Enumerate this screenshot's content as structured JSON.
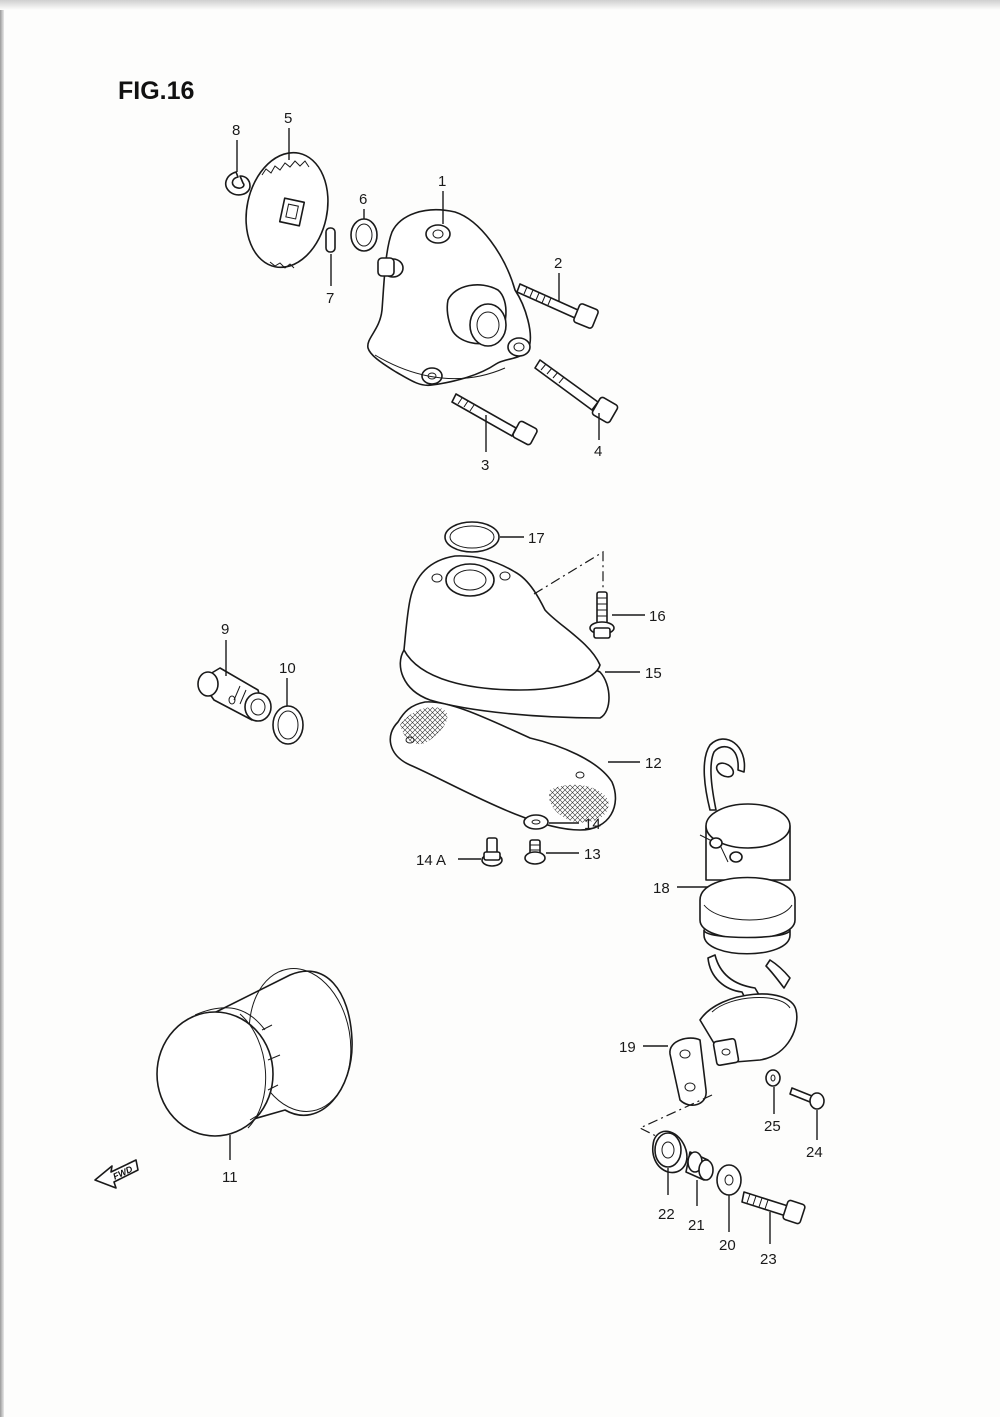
{
  "figure_title": "FIG.16",
  "fwd_label": "FWD",
  "callouts": {
    "c1": "1",
    "c2": "2",
    "c3": "3",
    "c4": "4",
    "c5": "5",
    "c6": "6",
    "c7": "7",
    "c8": "8",
    "c9": "9",
    "c10": "10",
    "c11": "11",
    "c12": "12",
    "c13": "13",
    "c14": "14",
    "c14a": "14 A",
    "c15": "15",
    "c16": "16",
    "c17": "17",
    "c18": "18",
    "c19": "19",
    "c20": "20",
    "c21": "21",
    "c22": "22",
    "c23": "23",
    "c24": "24",
    "c25": "25"
  }
}
